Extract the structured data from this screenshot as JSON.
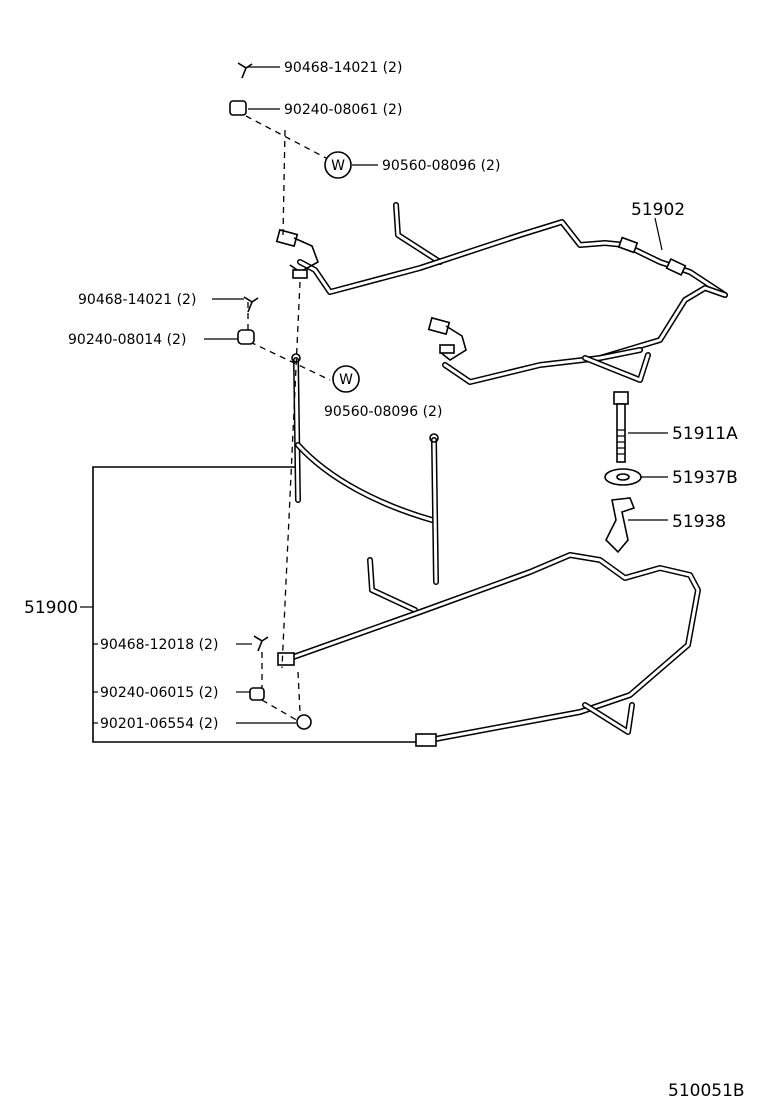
{
  "diagram_code": "510051B",
  "callouts": [
    {
      "id": "c1",
      "text": "90468-14021 (2)"
    },
    {
      "id": "c2",
      "text": "90240-08061 (2)"
    },
    {
      "id": "c3",
      "text": "90560-08096 (2)",
      "marker": "W"
    },
    {
      "id": "c4",
      "text": "51902"
    },
    {
      "id": "c5",
      "text": "90468-14021 (2)"
    },
    {
      "id": "c6",
      "text": "90240-08014 (2)"
    },
    {
      "id": "c7",
      "text": "90560-08096 (2)",
      "marker": "W"
    },
    {
      "id": "c8",
      "text": "51911A"
    },
    {
      "id": "c9",
      "text": "51937B"
    },
    {
      "id": "c10",
      "text": "51938"
    },
    {
      "id": "c11",
      "text": "51900"
    },
    {
      "id": "c12",
      "text": "90468-12018 (2)"
    },
    {
      "id": "c13",
      "text": "90240-06015 (2)"
    },
    {
      "id": "c14",
      "text": "90201-06554 (2)"
    }
  ]
}
